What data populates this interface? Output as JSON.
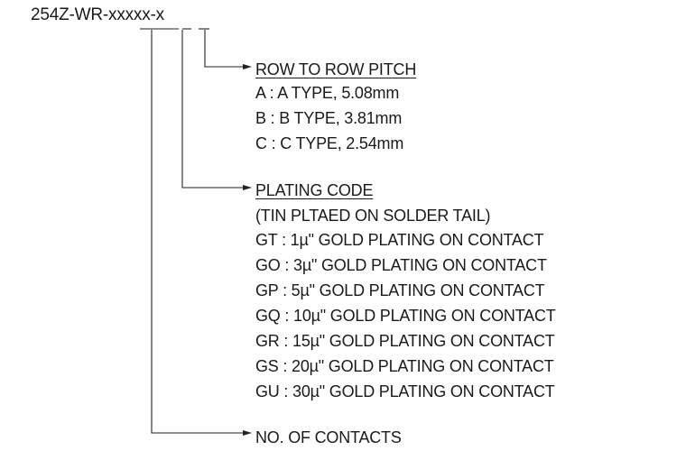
{
  "part_number": "254Z-WR-xxxxx-x",
  "row_pitch": {
    "heading": "ROW TO ROW PITCH",
    "options": [
      "A : A TYPE, 5.08mm",
      "B : B TYPE, 3.81mm",
      "C : C TYPE, 2.54mm"
    ]
  },
  "plating": {
    "heading": "PLATING CODE",
    "note": "(TIN PLTAED ON SOLDER TAIL)",
    "options": [
      "GT : 1µ\" GOLD PLATING ON CONTACT",
      "GO : 3µ\" GOLD PLATING ON CONTACT",
      "GP : 5µ\" GOLD PLATING ON CONTACT",
      "GQ : 10µ\" GOLD PLATING ON CONTACT",
      "GR : 15µ\" GOLD PLATING ON CONTACT",
      "GS : 20µ\" GOLD PLATING ON CONTACT",
      "GU : 30µ\" GOLD PLATING ON CONTACT"
    ]
  },
  "contacts": {
    "heading": "NO. OF CONTACTS"
  }
}
